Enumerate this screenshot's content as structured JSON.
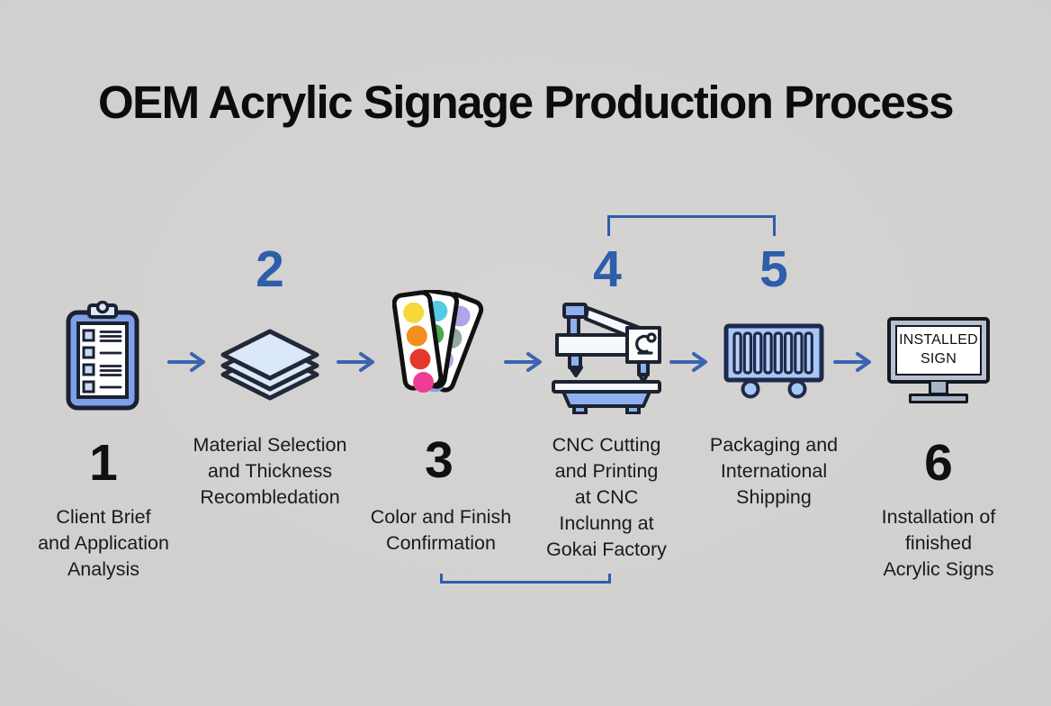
{
  "title": "OEM Acrylic Signage Production Process",
  "steps": [
    {
      "number": "1",
      "number_position": "below",
      "icon": "clipboard-icon",
      "label": "Client Brief and Application Analysis",
      "label_lines": [
        "Client Brief",
        "and Application",
        "Analysis"
      ]
    },
    {
      "number": "2",
      "number_position": "above",
      "icon": "layers-icon",
      "label": "Material Selection and Thickness Recombledation",
      "label_lines": [
        "Material Selection",
        "and Thickness",
        "Recombledation"
      ]
    },
    {
      "number": "3",
      "number_position": "below",
      "icon": "color-swatches-icon",
      "label": "Color and Finish Confirmation",
      "label_lines": [
        "Color and Finish",
        "Confirmation"
      ]
    },
    {
      "number": "4",
      "number_position": "above",
      "icon": "cnc-machine-icon",
      "label": "CNC Cutting and Printing at CNC Inclunng at Gokai Factory",
      "label_lines": [
        "CNC Cutting",
        "and Printing",
        "at CNC",
        "Inclunng at",
        "Gokai Factory"
      ]
    },
    {
      "number": "5",
      "number_position": "above",
      "icon": "shipping-container-icon",
      "label": "Packaging and International Shipping",
      "label_lines": [
        "Packaging and",
        "International",
        "Shipping"
      ]
    },
    {
      "number": "6",
      "number_position": "below",
      "icon": "monitor-icon",
      "label": "Installation of finished Acrylic Signs",
      "label_lines": [
        "Installation of",
        "finished",
        "Acrylic Signs"
      ]
    }
  ],
  "monitor_screen_text": "INSTALLED SIGN",
  "colors": {
    "background": "#d0cfcd",
    "title_text": "#0c0c0c",
    "step_number_blue": "#2e5dab",
    "step_number_black": "#101010",
    "label_text": "#1a1a1a",
    "arrow_blue": "#3a64af",
    "bracket_blue": "#2e5dad",
    "icon_blue_fill": "#8fb0ee",
    "icon_light_blue": "#dbe8f9",
    "icon_outline": "#1c2330"
  }
}
